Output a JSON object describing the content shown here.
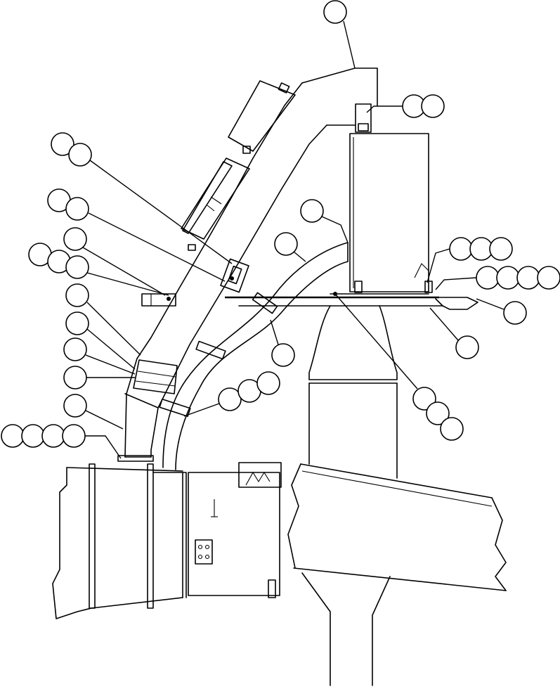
{
  "diagram": {
    "background": "#ffffff",
    "stroke": "#000000",
    "callout_groups": [
      {
        "id": "top-center",
        "bubbles": 1
      },
      {
        "id": "upper-right-sensor",
        "bubbles": 2
      },
      {
        "id": "upper-left-a",
        "bubbles": 2
      },
      {
        "id": "upper-left-b",
        "bubbles": 2
      },
      {
        "id": "left-bracket",
        "bubbles": 1
      },
      {
        "id": "left-mount",
        "bubbles": 3
      },
      {
        "id": "center-hose",
        "bubbles": 1
      },
      {
        "id": "center-pipe",
        "bubbles": 1
      },
      {
        "id": "right-cluster-a",
        "bubbles": 3
      },
      {
        "id": "right-cluster-b",
        "bubbles": 4
      },
      {
        "id": "right-frame",
        "bubbles": 1
      },
      {
        "id": "right-plate",
        "bubbles": 1
      },
      {
        "id": "left-clamp-1",
        "bubbles": 1
      },
      {
        "id": "left-clamp-2",
        "bubbles": 1
      },
      {
        "id": "left-clamp-3",
        "bubbles": 1
      },
      {
        "id": "left-clamp-4",
        "bubbles": 1
      },
      {
        "id": "left-elbow",
        "bubbles": 1
      },
      {
        "id": "bottom-left-flange",
        "bubbles": 4
      },
      {
        "id": "center-hose-clamp",
        "bubbles": 1
      },
      {
        "id": "mid-clamp",
        "bubbles": 3
      },
      {
        "id": "right-lower",
        "bubbles": 3
      }
    ]
  }
}
